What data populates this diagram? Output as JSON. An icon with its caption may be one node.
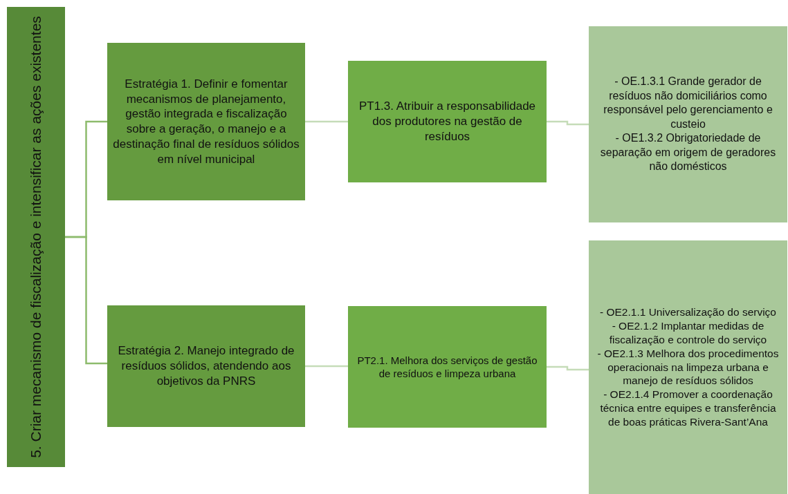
{
  "diagram": {
    "nodes": [
      {
        "text": [
          "5. Criar mecanismo de fiscalização e intensificar as ações existentes"
        ]
      },
      {
        "text": [
          "Estratégia 1. Definir e fomentar mecanismos de planejamento, gestão integrada e fiscalização sobre a geração, o manejo e a destinação final de resíduos sólidos em nível municipal"
        ]
      },
      {
        "text": [
          "Estratégia 2. Manejo integrado de resíduos sólidos, atendendo aos objetivos da PNRS"
        ]
      },
      {
        "text": [
          "PT1.3. Atribuir a responsabilidade dos produtores na gestão de resíduos"
        ]
      },
      {
        "text": [
          "PT2.1. Melhora dos serviços de gestão de resíduos e limpeza urbana"
        ]
      },
      {
        "text": [
          "- OE.1.3.1 Grande gerador de resíduos não domiciliários como responsável pelo gerenciamento e custeio",
          "- OE1.3.2 Obrigatoriedade de separação em origem de geradores não domésticos"
        ]
      },
      {
        "text": [
          "- OE2.1.1 Universalização do serviço",
          "- OE2.1.2 Implantar medidas de fiscalização e controle do serviço",
          "- OE2.1.3 Melhora dos procedimentos operacionais na limpeza urbana e manejo de resíduos sólidos",
          "- OE2.1.4 Promover a coordenação técnica entre equipes e transferência de boas práticas Rivera-Sant’Ana"
        ]
      }
    ],
    "edges": [
      {
        "from": 0,
        "to": 1,
        "arrow": "none"
      },
      {
        "from": 0,
        "to": 2,
        "arrow": "none"
      },
      {
        "from": 1,
        "to": 3,
        "arrow": "none",
        "color": "#c5dcb8"
      },
      {
        "from": 2,
        "to": 4,
        "arrow": "none",
        "color": "#c5dcb8"
      },
      {
        "from": 3,
        "to": 5,
        "arrow": "none",
        "color": "#c5dcb8"
      },
      {
        "from": 4,
        "to": 6,
        "arrow": "none",
        "color": "#c5dcb8"
      }
    ]
  }
}
